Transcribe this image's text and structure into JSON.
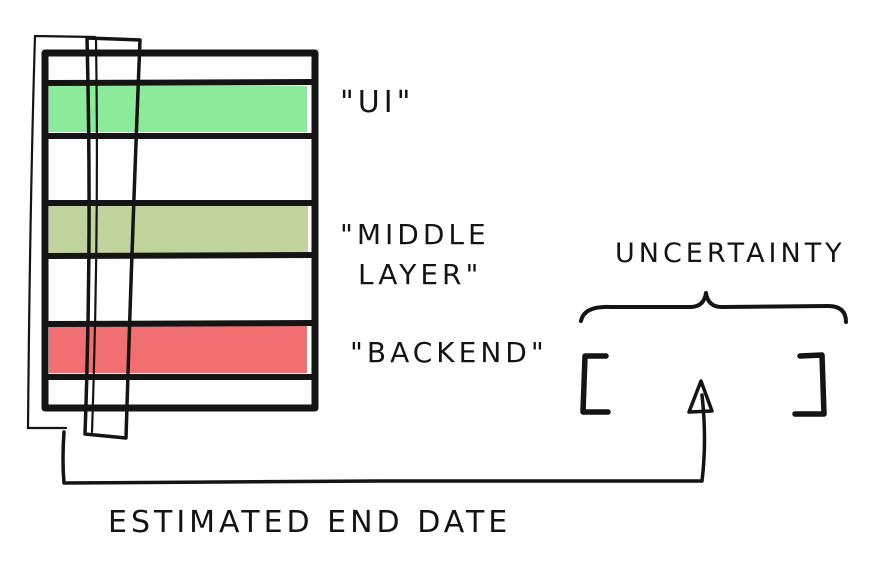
{
  "layers": [
    {
      "label": "\"UI\"",
      "color": "#86ea95"
    },
    {
      "label_lines": [
        "\"MIDDLE",
        "LAYER\""
      ],
      "color": "#bdd197"
    },
    {
      "label": "\"BACKEND\"",
      "color": "#ef5f62"
    }
  ],
  "uncertainty_label": "UNCERTAINTY",
  "estimated_end_date_label": "ESTIMATED END DATE",
  "colors": {
    "ink": "#141414",
    "ui": "#86ea95",
    "middle": "#bdd197",
    "backend": "#ef5f62"
  }
}
